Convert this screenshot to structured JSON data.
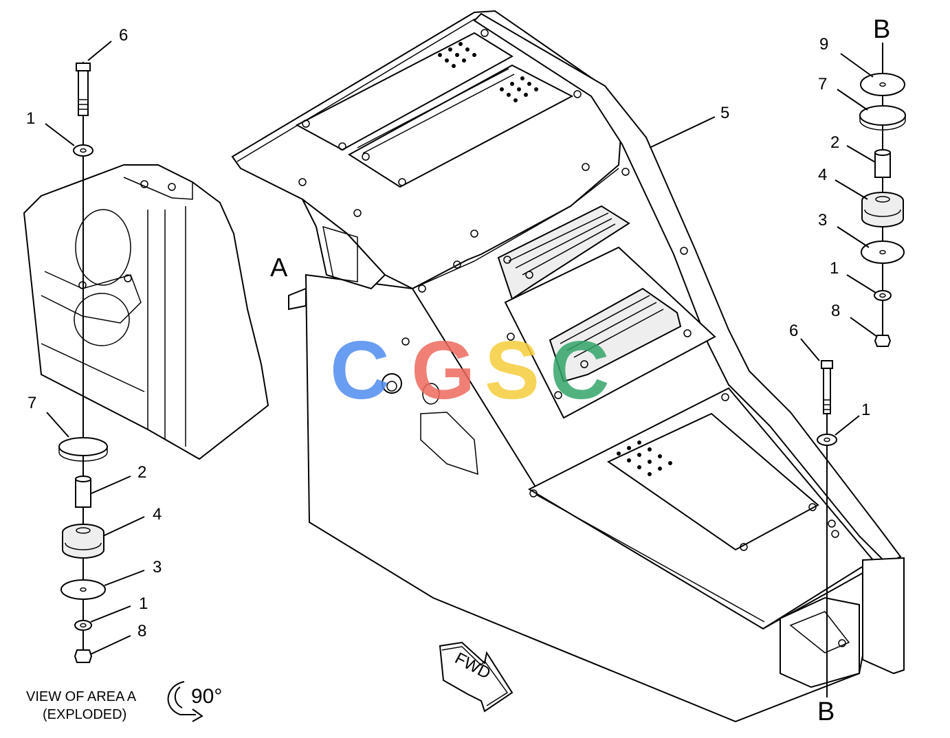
{
  "diagram": {
    "view_caption": {
      "line1": "VIEW OF AREA  A",
      "line2": "(EXPLODED)",
      "rotation": "90°"
    },
    "area_label": "A",
    "section_label_top": "B",
    "section_label_bottom": "B",
    "fwd_label": "FWD",
    "watermark": {
      "letters": [
        "C",
        "G",
        "S",
        "C"
      ],
      "colors": [
        "#4f8df0",
        "#ee6a5e",
        "#f5cd3b",
        "#33a56a"
      ]
    },
    "left_callouts": [
      "6",
      "1",
      "7",
      "2",
      "4",
      "3",
      "1",
      "8"
    ],
    "right_callouts": [
      "9",
      "7",
      "2",
      "4",
      "3",
      "1",
      "8"
    ],
    "lower_right_callouts": [
      "6",
      "1"
    ],
    "main_callout": "5"
  }
}
